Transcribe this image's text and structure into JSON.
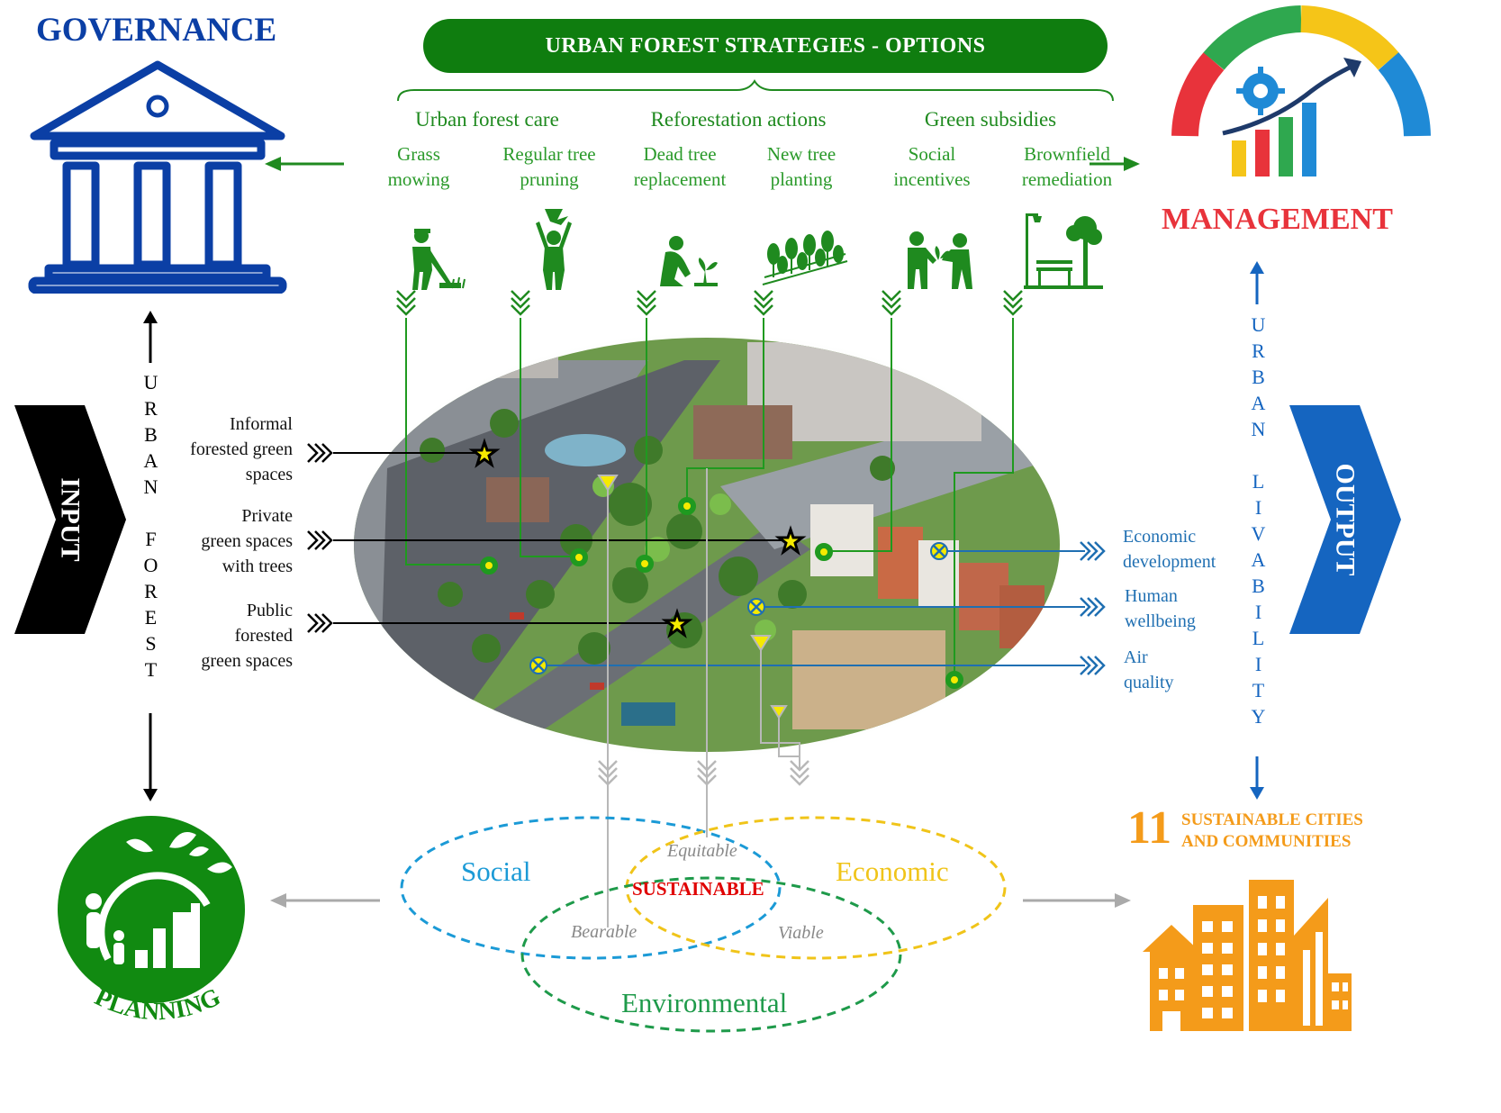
{
  "governance": {
    "title": "GOVERNANCE",
    "color": "#0b3fa5"
  },
  "management": {
    "title": "MANAGEMENT",
    "color": "#e8333b"
  },
  "planning": {
    "title": "PLANNING",
    "color": "#118a11"
  },
  "banner": {
    "title": "URBAN FOREST STRATEGIES - OPTIONS",
    "color": "#0f7d0f"
  },
  "categories": [
    {
      "name": "Urban forest care"
    },
    {
      "name": "Reforestation actions"
    },
    {
      "name": "Green subsidies"
    }
  ],
  "options": [
    {
      "label": "Grass mowing",
      "line1": "Grass",
      "line2": "mowing",
      "icon": "grass-mowing-icon"
    },
    {
      "label": "Regular tree pruning",
      "line1": "Regular tree",
      "line2": "pruning",
      "icon": "tree-pruning-icon"
    },
    {
      "label": "Dead tree replacement",
      "line1": "Dead tree",
      "line2": "replacement",
      "icon": "tree-replacement-icon"
    },
    {
      "label": "New tree planting",
      "line1": "New tree",
      "line2": "planting",
      "icon": "tree-planting-icon"
    },
    {
      "label": "Social incentives",
      "line1": "Social",
      "line2": "incentives",
      "icon": "social-incentives-icon"
    },
    {
      "label": "Brownfield remediation",
      "line1": "Brownfield",
      "line2": "remediation",
      "icon": "brownfield-remediation-icon"
    }
  ],
  "input": {
    "label": "INPUT",
    "vertical_text": "URBAN FOREST",
    "items": [
      {
        "lines": [
          "Informal",
          "forested green",
          "spaces"
        ]
      },
      {
        "lines": [
          "Private",
          "green spaces",
          "with trees"
        ]
      },
      {
        "lines": [
          "Public",
          "forested",
          "green spaces"
        ]
      }
    ]
  },
  "output": {
    "label": "OUTPUT",
    "vertical_text": "URBAN LIVABILITY",
    "items": [
      {
        "lines": [
          "Economic",
          "development"
        ]
      },
      {
        "lines": [
          "Human",
          "wellbeing"
        ]
      },
      {
        "lines": [
          "Air",
          "quality"
        ]
      }
    ]
  },
  "sustainability": {
    "social": "Social",
    "economic": "Economic",
    "environmental": "Environmental",
    "equitable": "Equitable",
    "bearable": "Bearable",
    "viable": "Viable",
    "center": "SUSTAINABLE",
    "colors": {
      "social": "#1b9ad6",
      "economic": "#f0c419",
      "environmental": "#1e9a4a",
      "center": "#e00000"
    }
  },
  "sdg": {
    "number": "11",
    "line1": "SUSTAINABLE CITIES",
    "line2": "AND COMMUNITIES",
    "color": "#f49b1a"
  },
  "colors": {
    "input": "#000000",
    "output": "#1565c0",
    "green": "#1f8a1f",
    "blue_line": "#1f6fb2"
  }
}
